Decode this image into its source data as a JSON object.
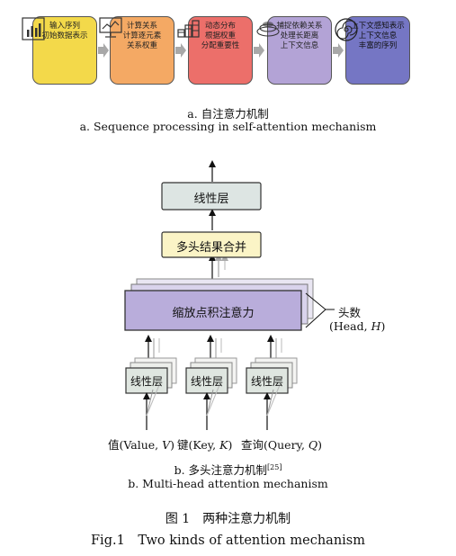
{
  "stages": [
    {
      "label": "输入序列\n初始数据表示",
      "color": "#f3d94a",
      "icon": "bar-chart-icon"
    },
    {
      "label": "计算关系\n计算逐元素\n关系权重",
      "color": "#f4a964",
      "icon": "monitor-chart-icon"
    },
    {
      "label": "动态分布\n根据权重\n分配重要性",
      "color": "#ec6f6a",
      "icon": "cubes-icon"
    },
    {
      "label": "捕捉依赖关系\n处理长距离\n上下文信息",
      "color": "#b3a3d6",
      "icon": "layers-icon"
    },
    {
      "label": "上下文感知表示\n上下文信息\n丰富的序列",
      "color": "#7576c4",
      "icon": "spiral-icon"
    }
  ],
  "caption_a": {
    "cn": "a. 自注意力机制",
    "en": "a. Sequence processing in self-attention mechanism"
  },
  "linear_top": "线性层",
  "concat": "多头结果合并",
  "attention": "缩放点积注意力",
  "heads": {
    "cn": "头数",
    "en_prefix": "(Head, ",
    "en_var": "H",
    "en_suffix": ")"
  },
  "linear_small": [
    "线性层",
    "线性层",
    "线性层"
  ],
  "inputs": [
    {
      "prefix": "值(Value, ",
      "var": "V",
      "suffix": ")"
    },
    {
      "prefix": "键(Key, ",
      "var": "K",
      "suffix": ")"
    },
    {
      "prefix": "查询(Query, ",
      "var": "Q",
      "suffix": ")"
    }
  ],
  "caption_b": {
    "cn": "b. 多头注意力机制",
    "ref": "[25]",
    "en": "b. Multi-head attention mechanism"
  },
  "figure_caption": {
    "cn": "图 1　两种注意力机制",
    "en": "Fig.1　Two kinds of attention mechanism"
  }
}
